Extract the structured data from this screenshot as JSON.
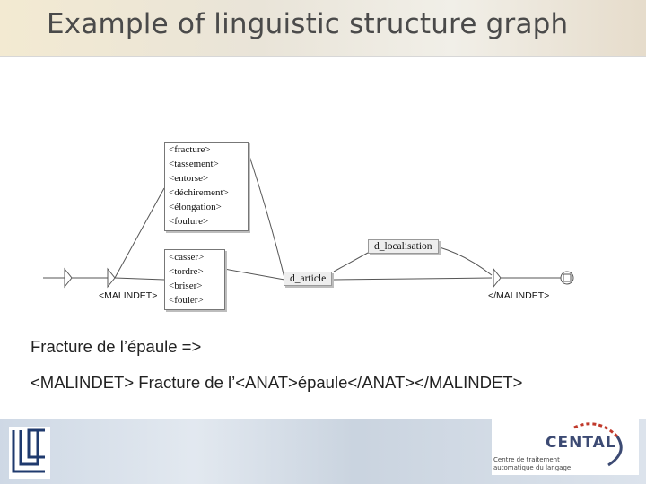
{
  "slide": {
    "title": "Example of linguistic structure graph"
  },
  "graph": {
    "box_top": [
      "<fracture>",
      "<tassement>",
      "<entorse>",
      "<déchirement>",
      "<élongation>",
      "<foulure>"
    ],
    "box_mid": [
      "<casser>",
      "<tordre>",
      "<briser>",
      "<fouler>"
    ],
    "start_output": "<MALINDET>",
    "article_label": "d_article",
    "localisation_label": "d_localisation",
    "end_output": "</MALINDET>"
  },
  "example": {
    "line1": "Fracture de l’épaule =>",
    "line2": "<MALINDET> Fracture de l’<ANAT>épaule</ANAT></MALINDET>"
  },
  "logos": {
    "cental_name": "CENTAL",
    "cental_line1": "Centre de traitement",
    "cental_line2": "automatique du langage"
  },
  "colors": {
    "cental_blue": "#3c4a73",
    "cental_red": "#c0392b"
  }
}
